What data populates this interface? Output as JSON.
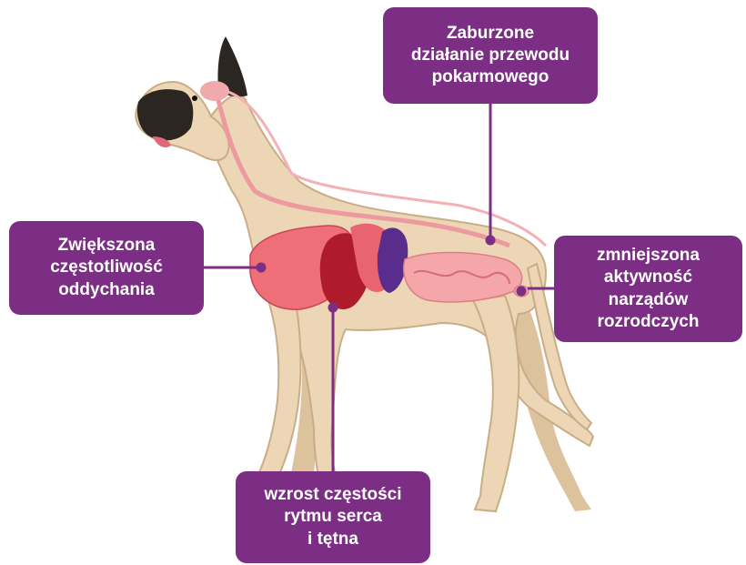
{
  "callouts": {
    "digestive": "Zaburzone\ndziałanie przewodu\npokarmowego",
    "breathing": "Zwiększona\nczęstotliwość\noddychania",
    "reproductive": "zmniejszona\naktywność\nnarządów\nrozrodczych",
    "heart": "wzrost częstości\nrytmu serca\ni tętna"
  },
  "colors": {
    "accent": "#7b2e83",
    "dog_coat": "#ecd6b5",
    "muzzle": "#2b2622",
    "lungs": "#ef6f78",
    "heart": "#b01b2b",
    "spleen": "#5a2c8c",
    "intestine": "#f4a6a9"
  },
  "icons": [
    "dog-anatomy-illustration"
  ]
}
